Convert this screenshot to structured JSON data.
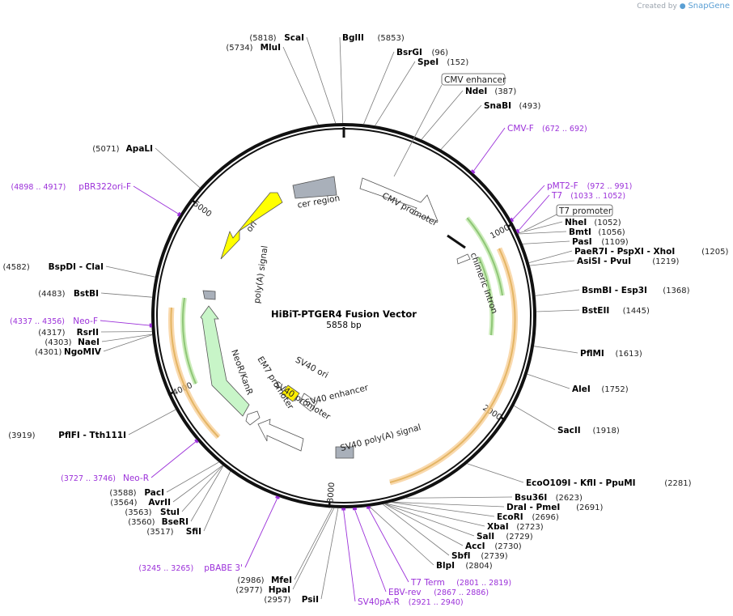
{
  "credit": {
    "prefix": "Created by",
    "brand": "SnapGene"
  },
  "plasmid": {
    "name": "HiBiT-PTGER4 Fusion Vector",
    "size_label": "5858 bp",
    "length": 5858
  },
  "ticks": [
    {
      "bp": 1000,
      "label": "1000"
    },
    {
      "bp": 2000,
      "label": "2000"
    },
    {
      "bp": 3000,
      "label": "3000"
    },
    {
      "bp": 4000,
      "label": "4000"
    },
    {
      "bp": 5000,
      "label": "5000"
    }
  ],
  "enzymes": [
    {
      "name": "ScaI",
      "pos": "(5818)",
      "site": 5818
    },
    {
      "name": "MluI",
      "pos": "(5734)",
      "site": 5734
    },
    {
      "name": "BglII",
      "pos": "(5853)",
      "site": 5853
    },
    {
      "name": "BsrGI",
      "pos": "(96)",
      "site": 96
    },
    {
      "name": "SpeI",
      "pos": "(152)",
      "site": 152
    },
    {
      "name": "NdeI",
      "pos": "(387)",
      "site": 387
    },
    {
      "name": "SnaBI",
      "pos": "(493)",
      "site": 493
    },
    {
      "name": "NheI",
      "pos": "(1052)",
      "site": 1052
    },
    {
      "name": "BmtI",
      "pos": "(1056)",
      "site": 1056
    },
    {
      "name": "PasI",
      "pos": "(1109)",
      "site": 1109
    },
    {
      "name": "PaeR7I - PspXI - XhoI",
      "pos": "(1205)",
      "site": 1205
    },
    {
      "name": "AsiSI - PvuI",
      "pos": "(1219)",
      "site": 1219
    },
    {
      "name": "BsmBI - Esp3I",
      "pos": "(1368)",
      "site": 1368
    },
    {
      "name": "BstEII",
      "pos": "(1445)",
      "site": 1445
    },
    {
      "name": "PflMI",
      "pos": "(1613)",
      "site": 1613
    },
    {
      "name": "AleI",
      "pos": "(1752)",
      "site": 1752
    },
    {
      "name": "SacII",
      "pos": "(1918)",
      "site": 1918
    },
    {
      "name": "EcoO109I - KflI - PpuMI",
      "pos": "(2281)",
      "site": 2281
    },
    {
      "name": "Bsu36I",
      "pos": "(2623)",
      "site": 2623
    },
    {
      "name": "DraI - PmeI",
      "pos": "(2691)",
      "site": 2691
    },
    {
      "name": "EcoRI",
      "pos": "(2696)",
      "site": 2696
    },
    {
      "name": "XbaI",
      "pos": "(2723)",
      "site": 2723
    },
    {
      "name": "SalI",
      "pos": "(2729)",
      "site": 2729
    },
    {
      "name": "AccI",
      "pos": "(2730)",
      "site": 2730
    },
    {
      "name": "SbfI",
      "pos": "(2739)",
      "site": 2739
    },
    {
      "name": "BlpI",
      "pos": "(2804)",
      "site": 2804
    },
    {
      "name": "MfeI",
      "pos": "(2986)",
      "site": 2986
    },
    {
      "name": "HpaI",
      "pos": "(2977)",
      "site": 2977
    },
    {
      "name": "PsiI",
      "pos": "(2957)",
      "site": 2957
    },
    {
      "name": "SfiI",
      "pos": "(3517)",
      "site": 3517
    },
    {
      "name": "BseRI",
      "pos": "(3560)",
      "site": 3560
    },
    {
      "name": "StuI",
      "pos": "(3563)",
      "site": 3563
    },
    {
      "name": "AvrII",
      "pos": "(3564)",
      "site": 3564
    },
    {
      "name": "PacI",
      "pos": "(3588)",
      "site": 3588
    },
    {
      "name": "PflFI - Tth111I",
      "pos": "(3919)",
      "site": 3919
    },
    {
      "name": "NgoMIV",
      "pos": "(4301)",
      "site": 4301
    },
    {
      "name": "NaeI",
      "pos": "(4303)",
      "site": 4303
    },
    {
      "name": "RsrII",
      "pos": "(4317)",
      "site": 4317
    },
    {
      "name": "BstBI",
      "pos": "(4483)",
      "site": 4483
    },
    {
      "name": "BspDI - ClaI",
      "pos": "(4582)",
      "site": 4582
    },
    {
      "name": "ApaLI",
      "pos": "(5071)",
      "site": 5071
    }
  ],
  "primers": [
    {
      "name": "CMV-F",
      "range": "(672 .. 692)",
      "start": 672,
      "end": 692
    },
    {
      "name": "pMT2-F",
      "range": "(972 .. 991)",
      "start": 972,
      "end": 991
    },
    {
      "name": "T7",
      "range": "(1033 .. 1052)",
      "start": 1033,
      "end": 1052
    },
    {
      "name": "T7 Term",
      "range": "(2801 .. 2819)",
      "start": 2801,
      "end": 2819
    },
    {
      "name": "EBV-rev",
      "range": "(2867 .. 2886)",
      "start": 2867,
      "end": 2886
    },
    {
      "name": "SV40pA-R",
      "range": "(2921 .. 2940)",
      "start": 2921,
      "end": 2940
    },
    {
      "name": "pBABE 3'",
      "range": "(3245 .. 3265)",
      "start": 3245,
      "end": 3265
    },
    {
      "name": "Neo-R",
      "range": "(3727 .. 3746)",
      "start": 3727,
      "end": 3746
    },
    {
      "name": "Neo-F",
      "range": "(4337 .. 4356)",
      "start": 4337,
      "end": 4356
    },
    {
      "name": "pBR322ori-F",
      "range": "(4898 .. 4917)",
      "start": 4898,
      "end": 4917
    }
  ],
  "boxed_features": [
    {
      "name": "CMV enhancer"
    },
    {
      "name": "T7 promoter"
    }
  ],
  "features": [
    {
      "name": "CMV promoter",
      "start": 3,
      "end": 760,
      "color": "#ffffff"
    },
    {
      "name": "chimeric intron",
      "start": 880,
      "end": 1015,
      "color": "#ffffff"
    },
    {
      "name": "SV40 poly(A) signal",
      "start": 2950,
      "end": 3075,
      "color": "#a9b0ba"
    },
    {
      "name": "SV40 ori",
      "start": 4000,
      "end": 4130,
      "color": "#ffee00"
    },
    {
      "name": "SV40 enhancer",
      "start": 3860,
      "end": 4120,
      "color": "#ffffff"
    },
    {
      "name": "SV40 promoter",
      "start": 3370,
      "end": 3710,
      "color": "#ffffff"
    },
    {
      "name": "EM7 promoter",
      "start": 3720,
      "end": 3790,
      "color": "#ffffff"
    },
    {
      "name": "NeoR/KanR",
      "start": 3800,
      "end": 4580,
      "color": "#c8f5c8"
    },
    {
      "name": "poly(A) signal",
      "start": 4600,
      "end": 4650,
      "color": "#a9b0ba"
    },
    {
      "name": "ori",
      "start": 4720,
      "end": 5310,
      "color": "#ffff00"
    },
    {
      "name": "cer region",
      "start": 5450,
      "end": 5700,
      "color": "#a9b0ba"
    }
  ]
}
